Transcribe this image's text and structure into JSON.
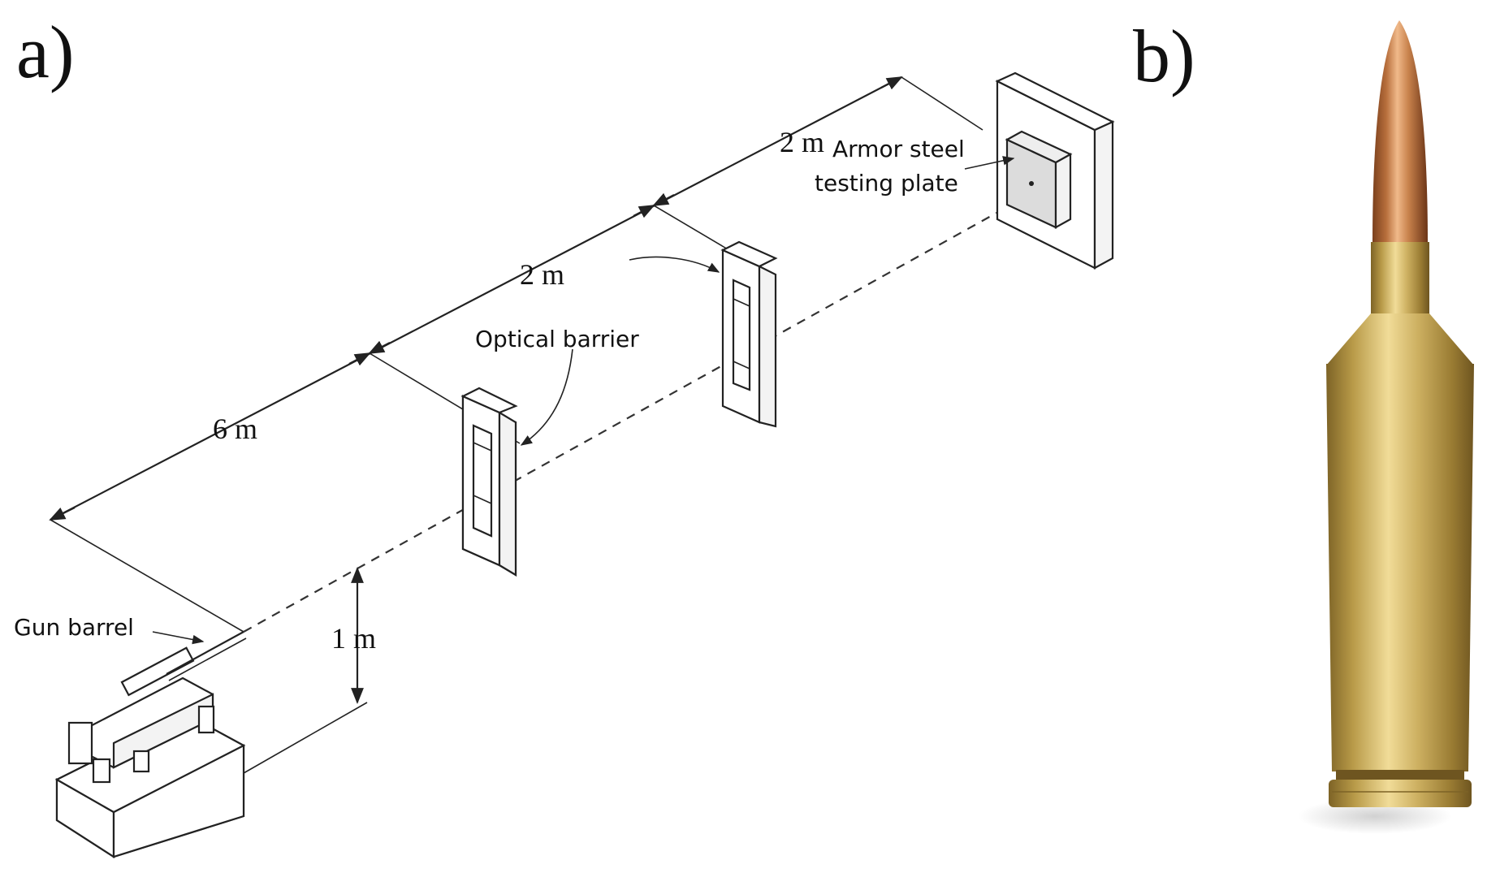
{
  "panels": {
    "a": {
      "label": "a)"
    },
    "b": {
      "label": "b)"
    }
  },
  "dimensions": {
    "gun_to_first_barrier": "6 m",
    "between_barriers": "2 m",
    "barrier_to_plate": "2 m",
    "barrel_height": "1 m"
  },
  "callouts": {
    "gun_barrel": "Gun barrel",
    "optical_barrier": "Optical barrier",
    "armor_plate_line1": "Armor steel",
    "armor_plate_line2": "testing plate"
  },
  "colors": {
    "line": "#222222",
    "cartridge_brass": "#c9a84a",
    "bullet_copper": "#c07a45",
    "background": "#ffffff"
  }
}
